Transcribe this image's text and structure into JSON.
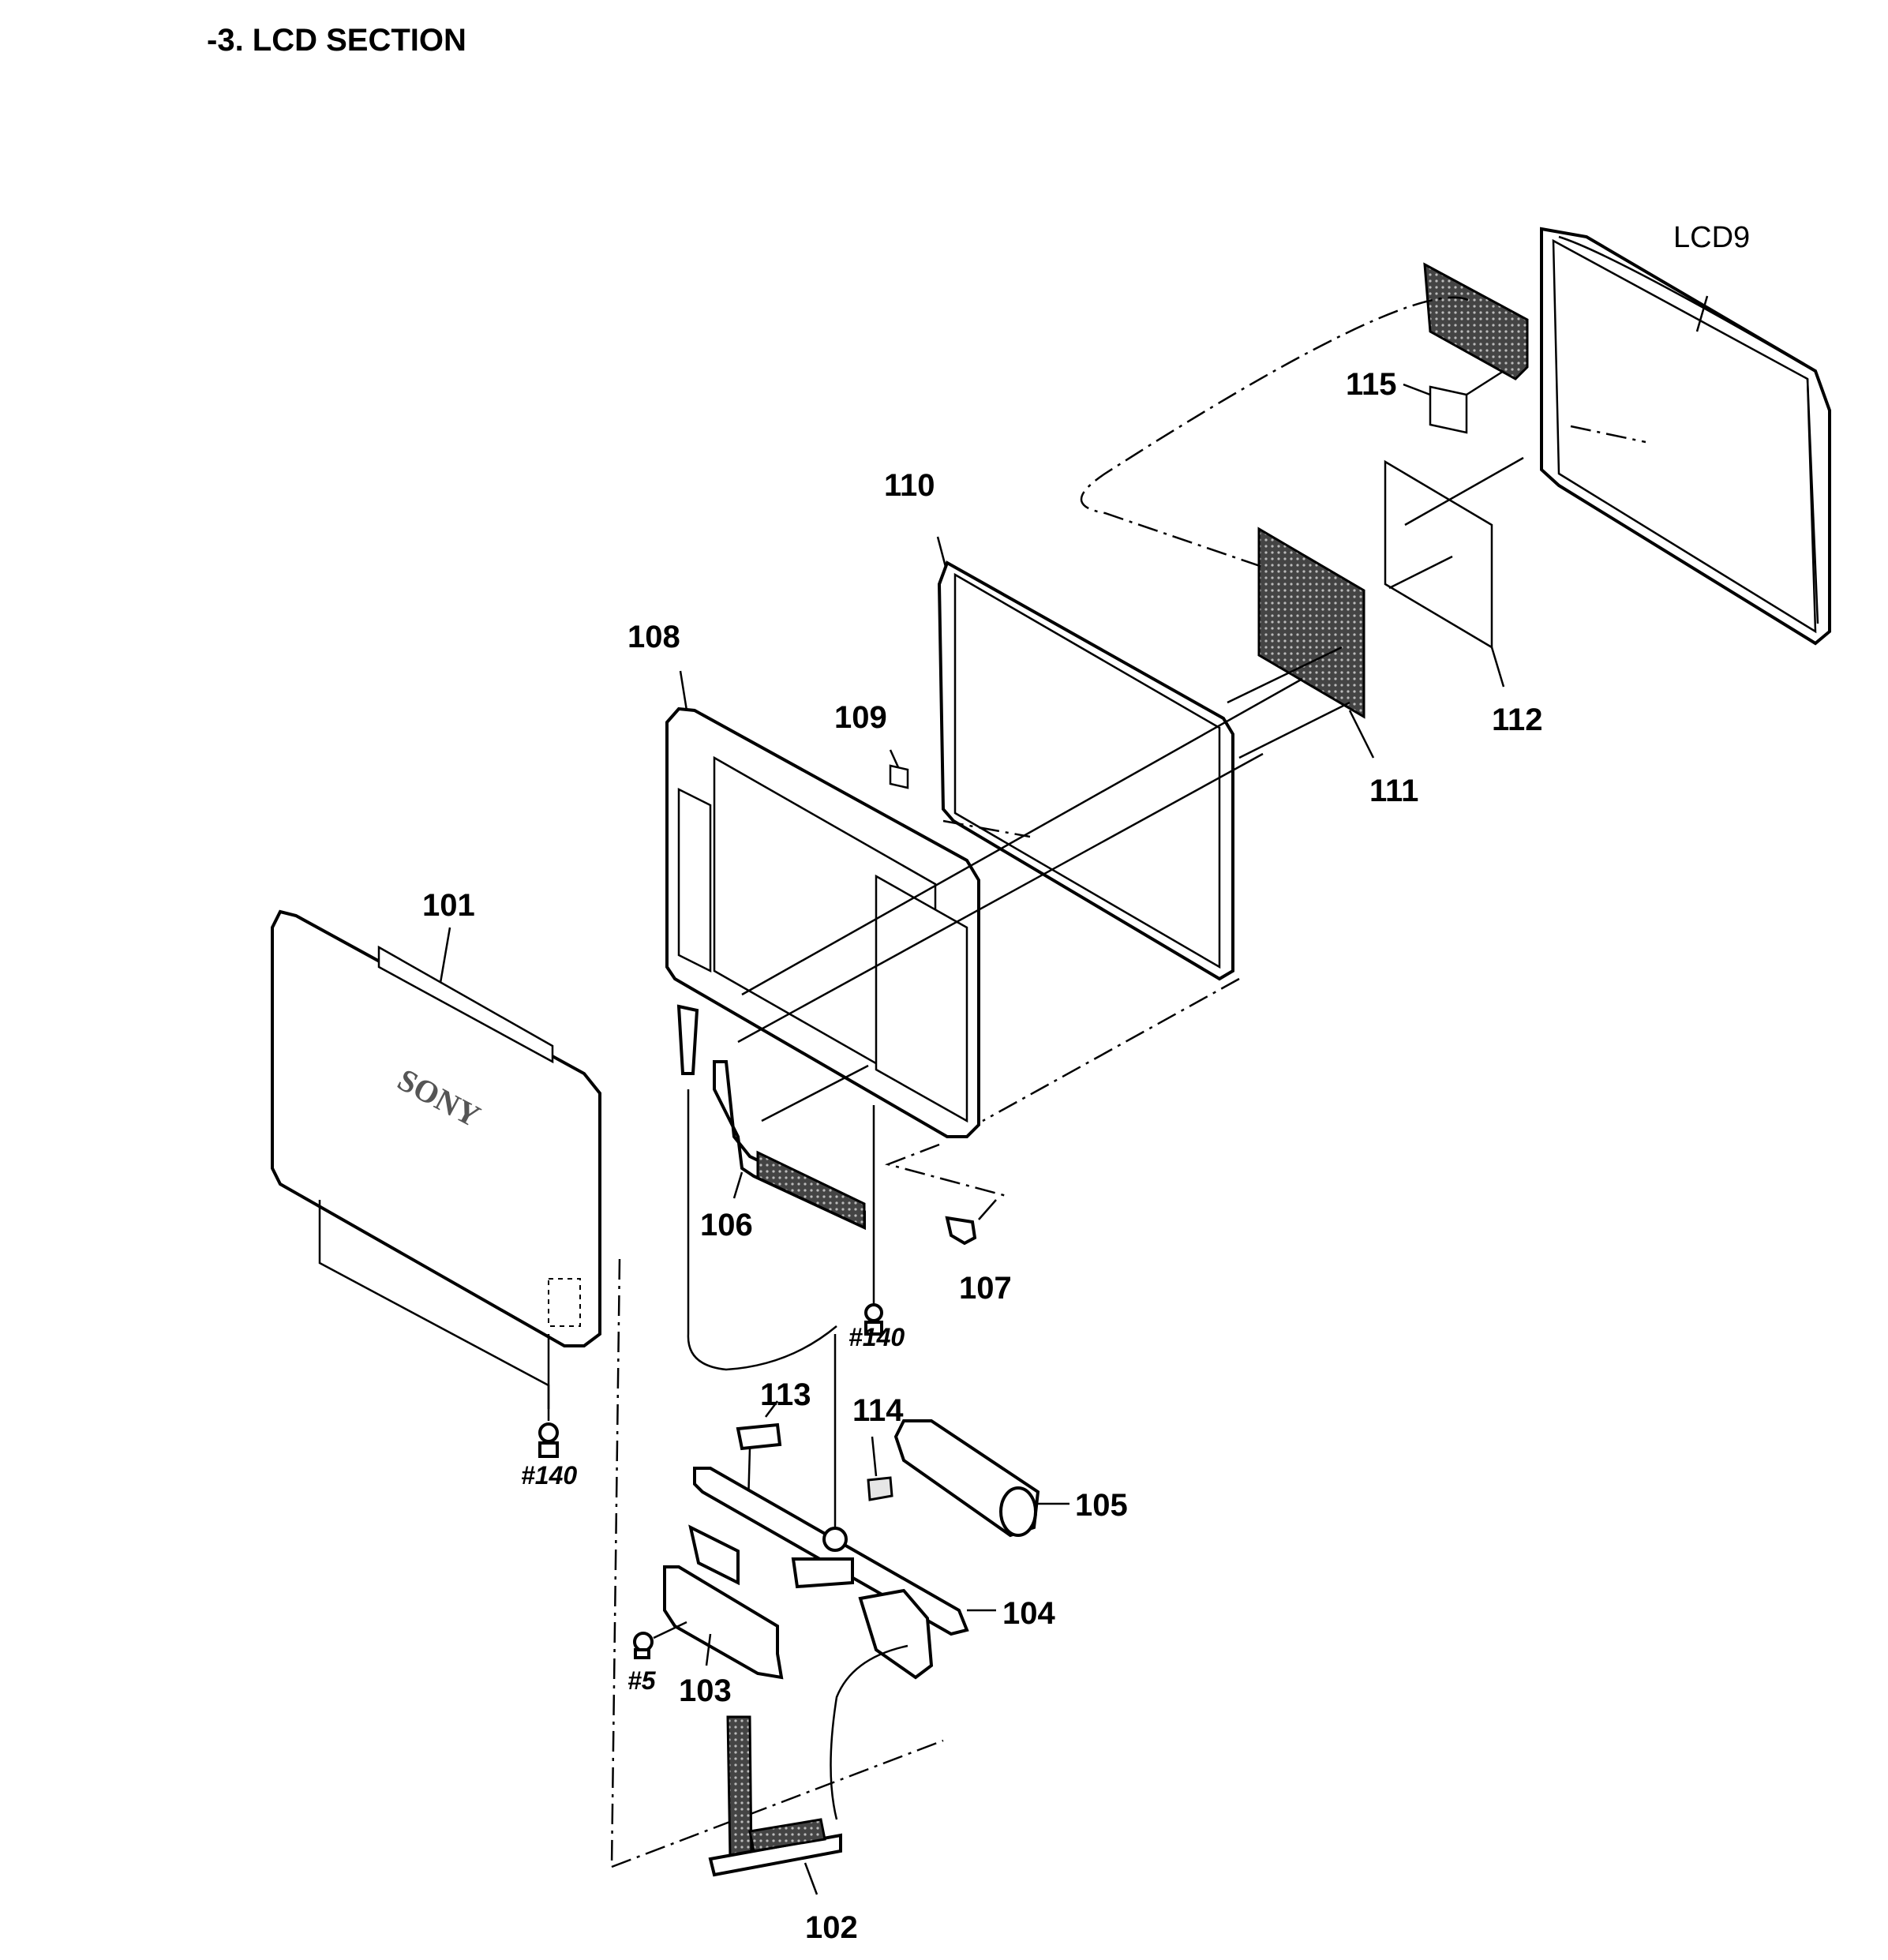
{
  "title": "-3. LCD SECTION",
  "parts": {
    "p101": "101",
    "p102": "102",
    "p103": "103",
    "p104": "104",
    "p105": "105",
    "p106": "106",
    "p107": "107",
    "p108": "108",
    "p109": "109",
    "p110": "110",
    "p111": "111",
    "p112": "112",
    "p113": "113",
    "p114": "114",
    "p115": "115",
    "lcd9": "LCD9"
  },
  "screws": {
    "s140_left": "#140",
    "s140_mid": "#140",
    "s5": "#5"
  },
  "brand_mark": "SONY"
}
